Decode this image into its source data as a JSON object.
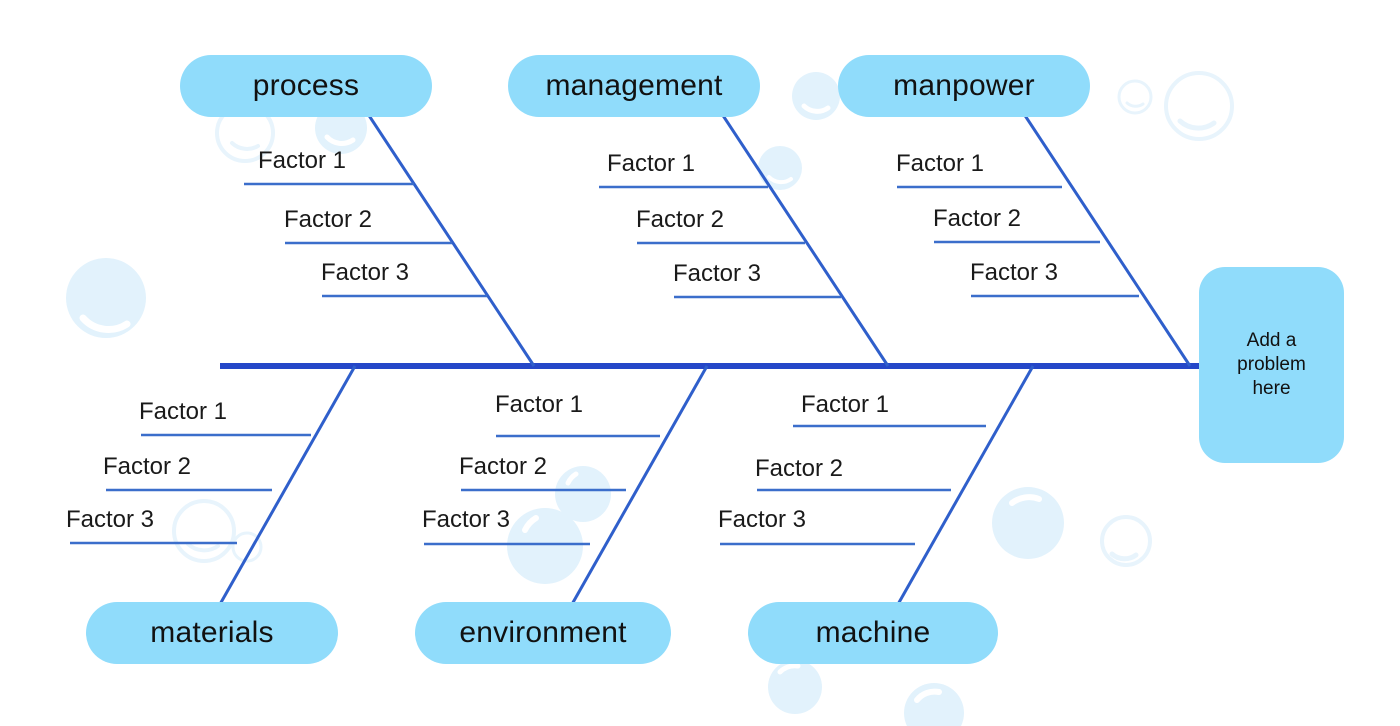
{
  "diagram": {
    "title": "Fishbone (Ishikawa) Diagram",
    "colors": {
      "pill_fill": "#90DCFB",
      "spine": "#2547C8",
      "bone": "#2F5FCB",
      "factor_line": "#3B6ECB",
      "bubble_fill": "#E2F2FC",
      "bubble_stroke": "#DCEFFB",
      "text": "#111111",
      "background": "#FFFFFF"
    },
    "factor_label_default": "Factor",
    "problem": {
      "line1": "Add a",
      "line2": "problem",
      "line3": "here",
      "full_text": "Add a problem here"
    },
    "categories": [
      {
        "id": "process",
        "label": "process",
        "position": "top",
        "factors": [
          {
            "label": "Factor 1"
          },
          {
            "label": "Factor 2"
          },
          {
            "label": "Factor 3"
          }
        ]
      },
      {
        "id": "management",
        "label": "management",
        "position": "top",
        "factors": [
          {
            "label": "Factor 1"
          },
          {
            "label": "Factor 2"
          },
          {
            "label": "Factor 3"
          }
        ]
      },
      {
        "id": "manpower",
        "label": "manpower",
        "position": "top",
        "factors": [
          {
            "label": "Factor 1"
          },
          {
            "label": "Factor 2"
          },
          {
            "label": "Factor 3"
          }
        ]
      },
      {
        "id": "materials",
        "label": "materials",
        "position": "bottom",
        "factors": [
          {
            "label": "Factor 1"
          },
          {
            "label": "Factor 2"
          },
          {
            "label": "Factor 3"
          }
        ]
      },
      {
        "id": "environment",
        "label": "environment",
        "position": "bottom",
        "factors": [
          {
            "label": "Factor 1"
          },
          {
            "label": "Factor 2"
          },
          {
            "label": "Factor 3"
          }
        ]
      },
      {
        "id": "machine",
        "label": "machine",
        "position": "bottom",
        "factors": [
          {
            "label": "Factor 1"
          },
          {
            "label": "Factor 2"
          },
          {
            "label": "Factor 3"
          }
        ]
      }
    ]
  }
}
